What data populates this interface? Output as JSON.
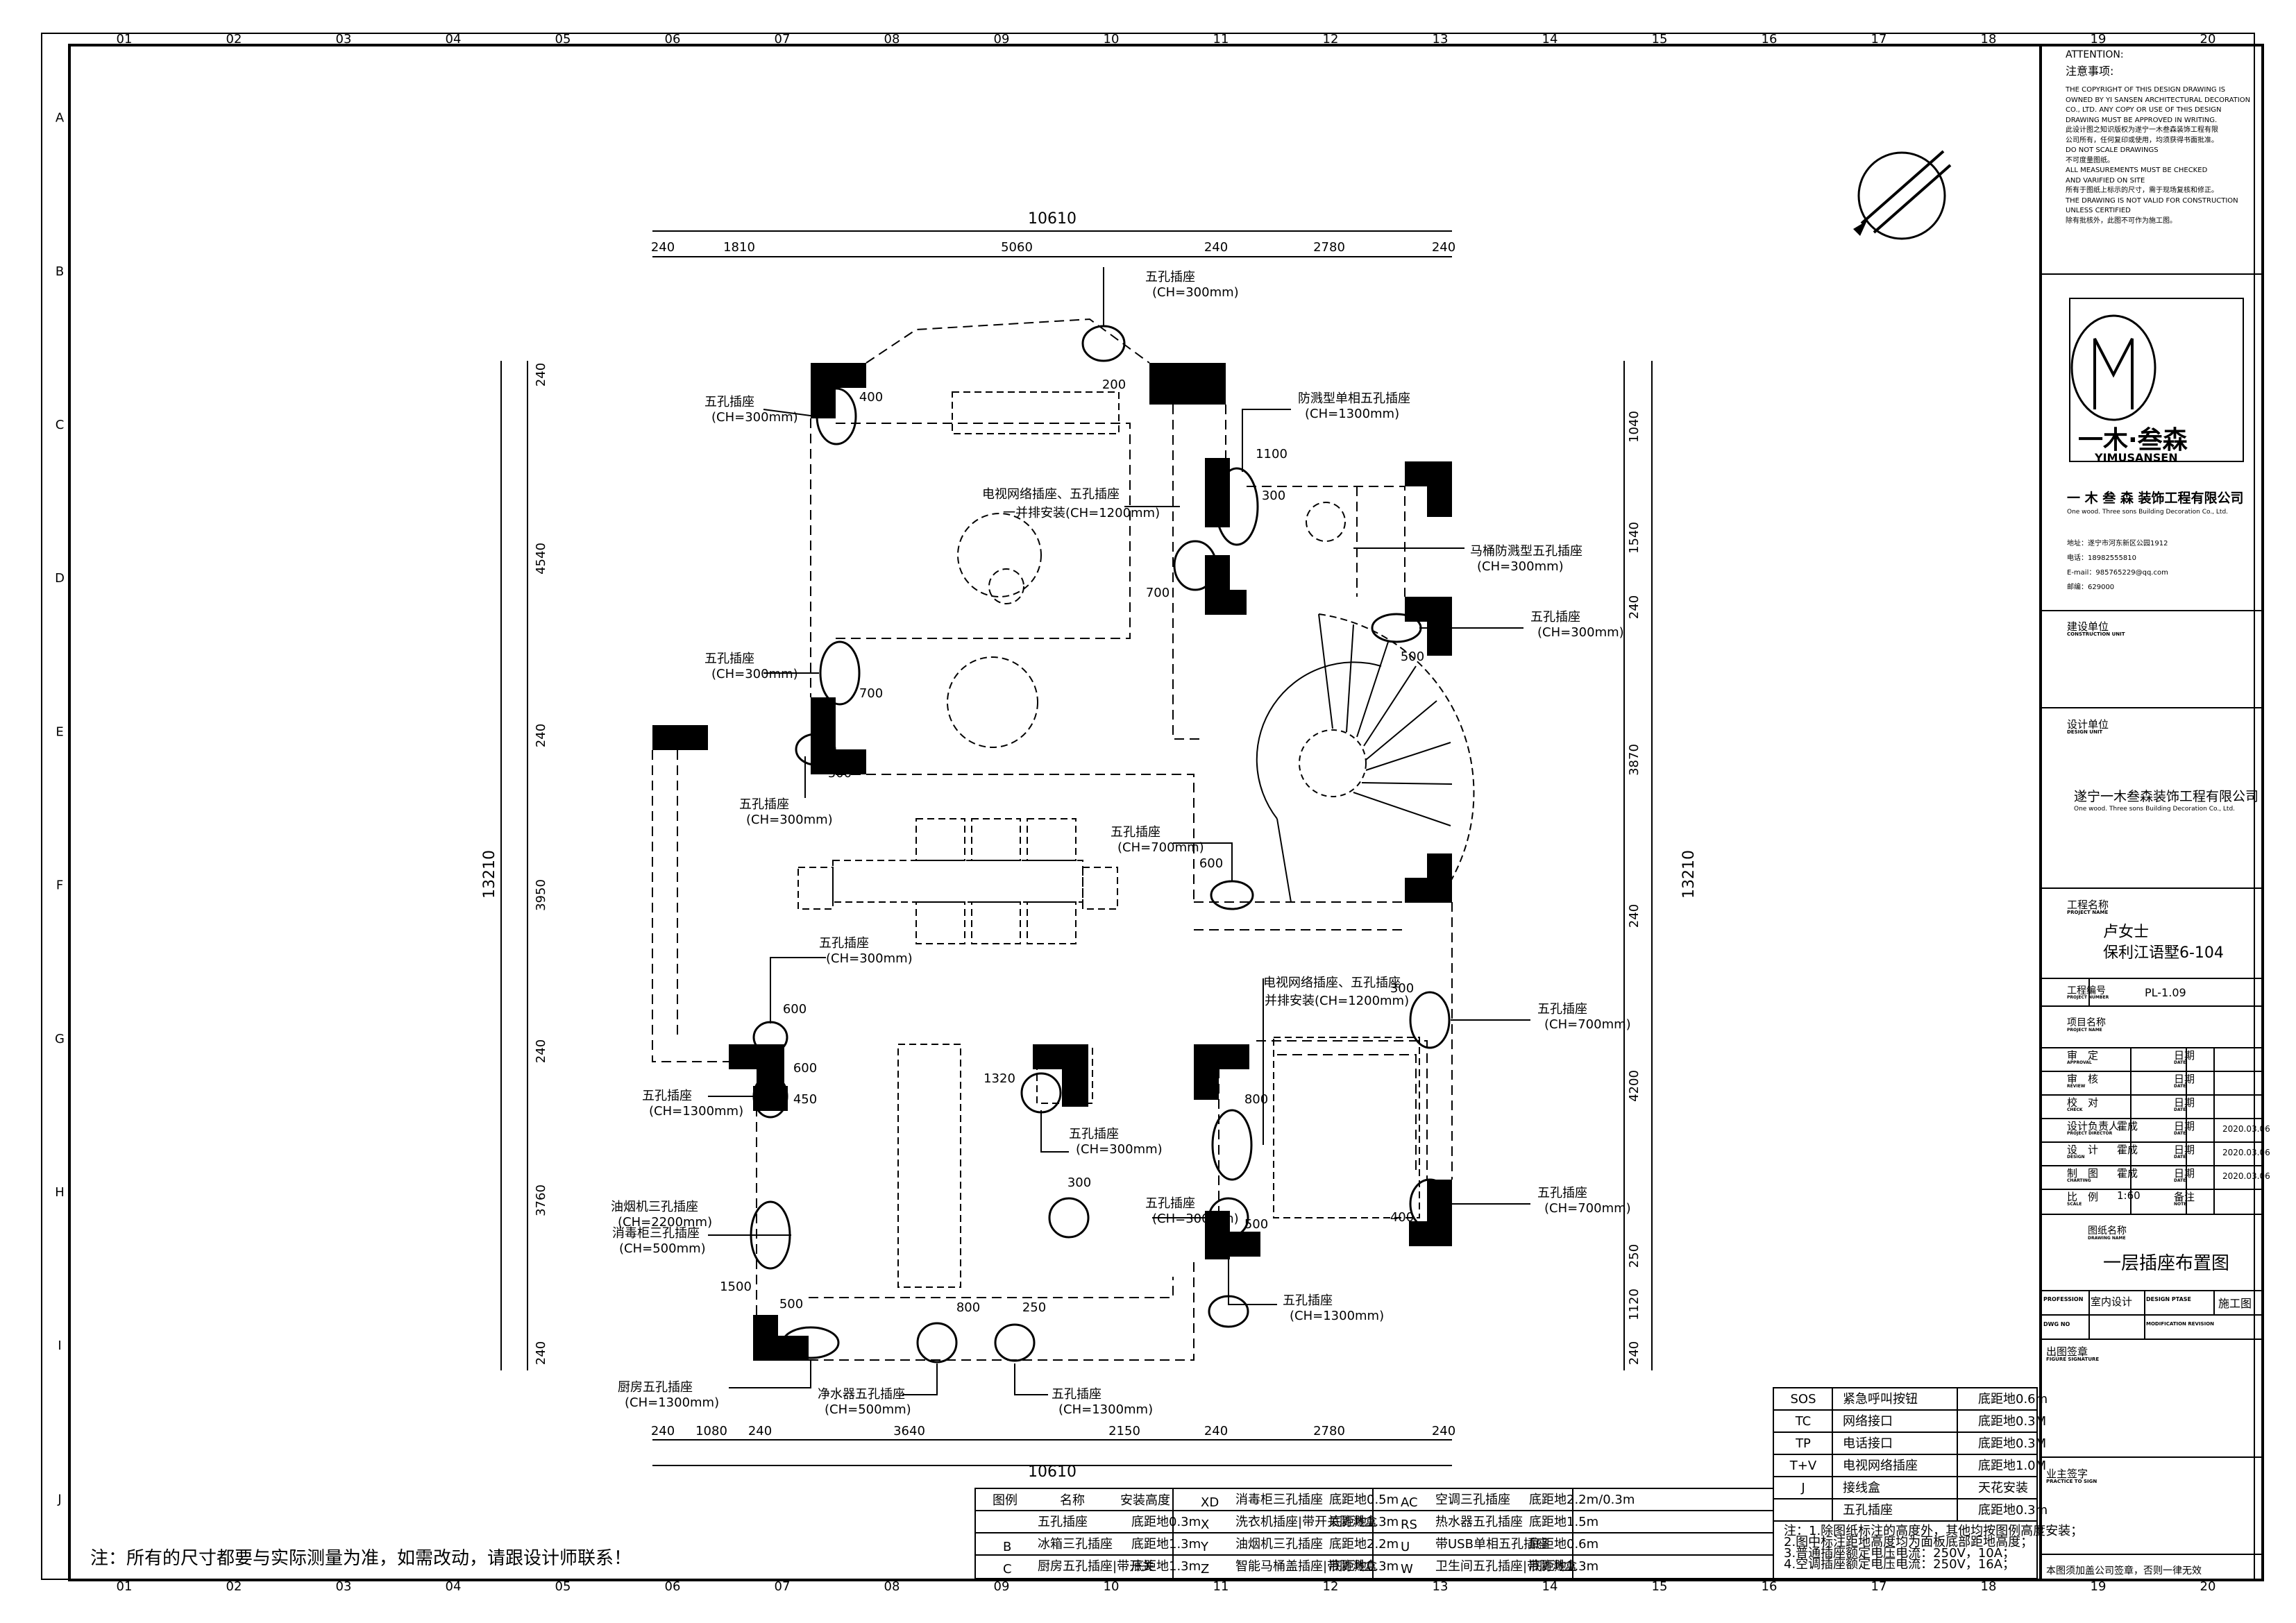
{
  "border": {
    "col_labels": [
      "01",
      "02",
      "03",
      "04",
      "05",
      "06",
      "07",
      "08",
      "09",
      "10",
      "11",
      "12",
      "13",
      "14",
      "15",
      "16",
      "17",
      "18",
      "19",
      "20"
    ],
    "row_labels": [
      "A",
      "B",
      "C",
      "D",
      "E",
      "F",
      "G",
      "H",
      "I",
      "J"
    ]
  },
  "dimensions": {
    "top_total": "10610",
    "top_segments": [
      "240",
      "1810",
      "5060",
      "240",
      "2780",
      "240"
    ],
    "bottom_total": "10610",
    "bottom_segments": [
      "240",
      "1080",
      "240",
      "3640",
      "2150",
      "240",
      "2780",
      "240"
    ],
    "left_total": "13210",
    "left_segments": [
      "240",
      "4540",
      "240",
      "3950",
      "240",
      "3760",
      "240"
    ],
    "right_total": "13210",
    "right_segments": [
      "1040",
      "1540",
      "240",
      "3870",
      "240",
      "4200",
      "250",
      "1120",
      "240"
    ],
    "inner": [
      "400",
      "200",
      "1100",
      "300",
      "700",
      "700",
      "500",
      "500",
      "600",
      "600",
      "600",
      "450",
      "1320",
      "800",
      "300",
      "300",
      "400",
      "500",
      "1500",
      "500",
      "800",
      "250"
    ]
  },
  "labels": {
    "outlet_5": "五孔插座",
    "ch_300": "(CH=300mm)",
    "ch_700": "(CH=700mm)",
    "ch_1200": "(CH=1200mm)",
    "ch_1300": "(CH=1300mm)",
    "ch_500": "(CH=500mm)",
    "ch_2200": "(CH=2200mm)",
    "splash_single": "防溅型单相五孔插座",
    "toilet_splash": "马桶防溅型五孔插座",
    "tv_combo_1": "电视网络插座、五孔插座",
    "tv_combo_2": "一并排安装",
    "tv_combo_2b": "并排安装",
    "hood": "油烟机三孔插座",
    "sterilizer": "消毒柜三孔插座",
    "kitchen_5": "厨房五孔插座",
    "purifier": "净水器五孔插座"
  },
  "note": "注：所有的尺寸都要与实际测量为准，如需改动，请跟设计师联系！",
  "legend": {
    "headers": [
      "图例",
      "名称",
      "安装高度"
    ],
    "col1": [
      {
        "code": "",
        "name": "五孔插座",
        "h": "底距地0.3m"
      },
      {
        "code": "B",
        "name": "冰箱三孔插座",
        "h": "底距地1.3m"
      },
      {
        "code": "C",
        "name": "厨房五孔插座|带开关",
        "h": "底距地1.3m"
      }
    ],
    "col2": [
      {
        "code": "XD",
        "name": "消毒柜三孔插座",
        "h": "底距地0.5m"
      },
      {
        "code": "X",
        "name": "洗衣机插座|带开关防溅盒",
        "h": "底距地1.3m"
      },
      {
        "code": "Y",
        "name": "油烟机三孔插座",
        "h": "底距地2.2m"
      },
      {
        "code": "Z",
        "name": "智能马桶盖插座|带防溅盒",
        "h": "底距地0.3m"
      }
    ],
    "col3": [
      {
        "code": "AC",
        "name": "空调三孔插座",
        "h": "底距地2.2m/0.3m"
      },
      {
        "code": "RS",
        "name": "热水器五孔插座",
        "h": "底距地1.5m"
      },
      {
        "code": "U",
        "name": "带USB单相五孔插座",
        "h": "底距地0.6m"
      },
      {
        "code": "W",
        "name": "卫生间五孔插座|带防溅盒",
        "h": "底距地1.3m"
      }
    ],
    "col4": [
      {
        "code": "SOS",
        "name": "紧急呼叫按钮",
        "h": "底距地0.6m"
      },
      {
        "code": "TC",
        "name": "网络接口",
        "h": "底距地0.3M"
      },
      {
        "code": "TP",
        "name": "电话接口",
        "h": "底距地0.3M"
      },
      {
        "code": "T+V",
        "name": "电视网络插座",
        "h": "底距地1.0M"
      },
      {
        "code": "J",
        "name": "接线盒",
        "h": "天花安装"
      },
      {
        "code": "",
        "name": "五孔插座",
        "h": "底距地0.3m"
      }
    ],
    "notes": [
      "注：1.除图纸标注的高度外，其他均按图例高度安装；",
      "2.图中标注距地高度均为面板底部距地高度；",
      "3.普通插座额定电压电流：250V，10A；",
      "4.空调插座额定电压电流：250V，16A；"
    ]
  },
  "title_block": {
    "attention": "ATTENTION:",
    "attention_cn": "注意事项:",
    "attention_lines": [
      "THE COPYRIGHT OF THIS DESIGN DRAWING IS",
      "OWNED BY YI SANSEN ARCHITECTURAL DECORATION",
      "CO., LTD. ANY COPY OR USE OF THIS DESIGN",
      "DRAWING MUST BE APPROVED IN WRITING.",
      "此设计图之知识版权为遂宁一木叁森装饰工程有限",
      "公司所有，任何复印或使用，均须获得书面批准。",
      "DO NOT SCALE DRAWINGS",
      "不可度量图纸。",
      "ALL MEASUREMENTS MUST BE CHECKED",
      "AND VARIFIED ON SITE",
      "所有于图纸上标示的尺寸，需于现场复核和修正。",
      "THE DRAWING IS NOT VALID FOR CONSTRUCTION",
      "UNLESS CERTIFIED",
      "除有批核外，此图不可作为施工图。"
    ],
    "logo_cn": "一木·叁森",
    "logo_en": "YIMUSANSEN",
    "company": "一 木 叁 森  装饰工程有限公司",
    "company_en": "One wood. Three sons Building Decoration Co., Ltd.",
    "address_lines": [
      "地址：遂宁市河东新区公园1912",
      "电话：18982555810",
      "E-mail：985765229@qq.com",
      "邮编：629000"
    ],
    "client_label": "建设单位",
    "client_label_en": "CONSTRUCTION UNIT",
    "designer_label": "设计单位",
    "designer_label_en": "DESIGN UNIT",
    "designer_name": "遂宁一木叁森装饰工程有限公司",
    "designer_name_en": "One wood. Three sons Building Decoration Co., Ltd.",
    "project_label": "工程名称",
    "project_label_en": "PROJECT NAME",
    "project_name_1": "卢女士",
    "project_name_2": "保利江语墅6-104",
    "project_number_label": "工程编号",
    "project_number_label_en": "PROJECT NUMBER",
    "project_number": "PL-1.09",
    "project_lead_label": "项目名称",
    "project_lead_label_en": "PROJECT NAME",
    "rows": [
      {
        "label": "审　定",
        "en": "APPROVAL",
        "name": "",
        "date_label": "日期",
        "date_en": "DATE",
        "date": ""
      },
      {
        "label": "审　核",
        "en": "REVIEW",
        "name": "",
        "date_label": "日期",
        "date_en": "DATE",
        "date": ""
      },
      {
        "label": "校　对",
        "en": "CHECK",
        "name": "",
        "date_label": "日期",
        "date_en": "DATE",
        "date": ""
      },
      {
        "label": "设计负责人",
        "en": "PROJECT DIRECTOR",
        "name": "霍成",
        "date_label": "日期",
        "date_en": "DATE",
        "date": "2020.03.06"
      },
      {
        "label": "设　计",
        "en": "DESIGN",
        "name": "霍成",
        "date_label": "日期",
        "date_en": "DATE",
        "date": "2020.03.06"
      },
      {
        "label": "制　图",
        "en": "CHARTING",
        "name": "霍成",
        "date_label": "日期",
        "date_en": "DATE",
        "date": "2020.03.06"
      },
      {
        "label": "比　例",
        "en": "SCALE",
        "name": "1:60",
        "date_label": "备注",
        "date_en": "NOTE",
        "date": ""
      }
    ],
    "drawing_name_label": "图纸名称",
    "drawing_name_label_en": "DRAWING NAME",
    "drawing_name": "一层插座布置图",
    "profession_label": "PROFESSION",
    "profession": "室内设计",
    "design_phase_label": "DESIGN PTASE",
    "design_phase": "施工图",
    "dwg_no_label": "DWG NO",
    "modification_label": "MODIFICATION REVISION",
    "sign_label": "出图签章",
    "sign_label_en": "FIGURE SIGNATURE",
    "owner_label": "业主签字",
    "owner_label_en": "PRACTICE TO SIGN",
    "footer": "本图须加盖公司签章，否则一律无效"
  }
}
